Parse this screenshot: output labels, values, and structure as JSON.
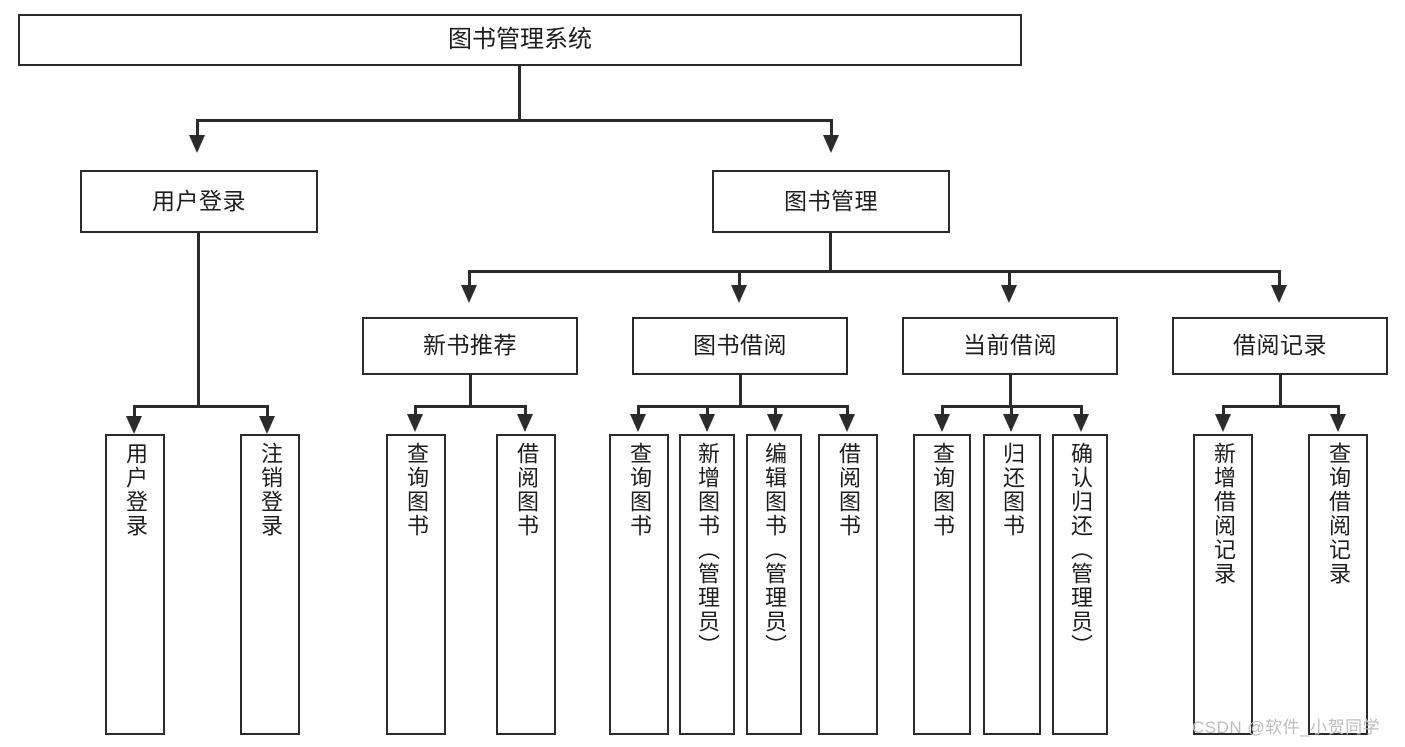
{
  "diagram": {
    "title": "图书管理系统",
    "type": "hierarchy-tree",
    "root": {
      "label": "图书管理系统"
    },
    "level2": [
      {
        "label": "用户登录"
      },
      {
        "label": "图书管理"
      }
    ],
    "level3": [
      {
        "label": "新书推荐"
      },
      {
        "label": "图书借阅"
      },
      {
        "label": "当前借阅"
      },
      {
        "label": "借阅记录"
      }
    ],
    "leaves": {
      "user_login": [
        {
          "label": "用户登录"
        },
        {
          "label": "注销登录"
        }
      ],
      "new_book_recommend": [
        {
          "label": "查询图书"
        },
        {
          "label": "借阅图书"
        }
      ],
      "book_borrow": [
        {
          "label": "查询图书"
        },
        {
          "label": "新增图书（管理员）"
        },
        {
          "label": "编辑图书（管理员）"
        },
        {
          "label": "借阅图书"
        }
      ],
      "current_borrow": [
        {
          "label": "查询图书"
        },
        {
          "label": "归还图书"
        },
        {
          "label": "确认归还（管理员）"
        }
      ],
      "borrow_record": [
        {
          "label": "新增借阅记录"
        },
        {
          "label": "查询借阅记录"
        }
      ]
    }
  },
  "watermark": {
    "text": "CSDN @软件_小贺同学"
  },
  "colors": {
    "stroke": "#2b2b2b",
    "fill": "#ffffff",
    "text": "#1d1d1d",
    "watermark": "#bdbdbd"
  }
}
